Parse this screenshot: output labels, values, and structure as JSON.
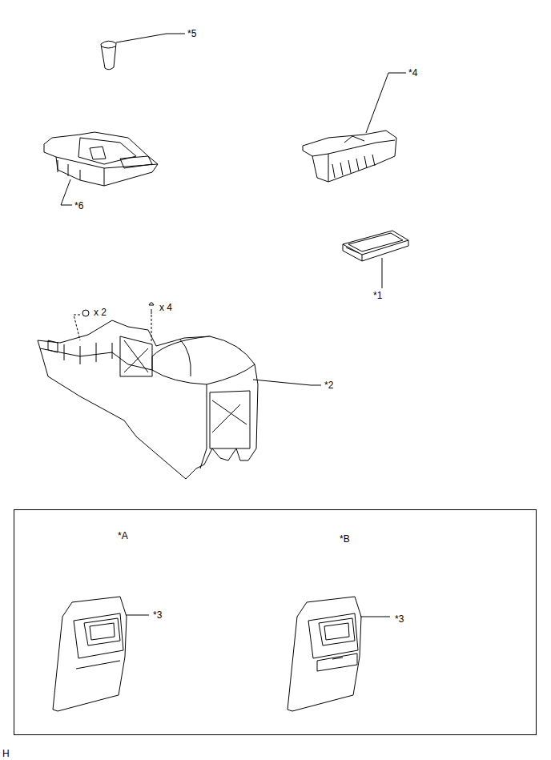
{
  "diagram": {
    "nodes": [
      {
        "text": [
          "*A",
          "*3",
          "*B",
          "*3"
        ]
      }
    ],
    "labels": [
      "*5",
      "*4",
      "*6",
      "*1",
      "x 2",
      "x 4",
      "*2",
      "H"
    ]
  }
}
